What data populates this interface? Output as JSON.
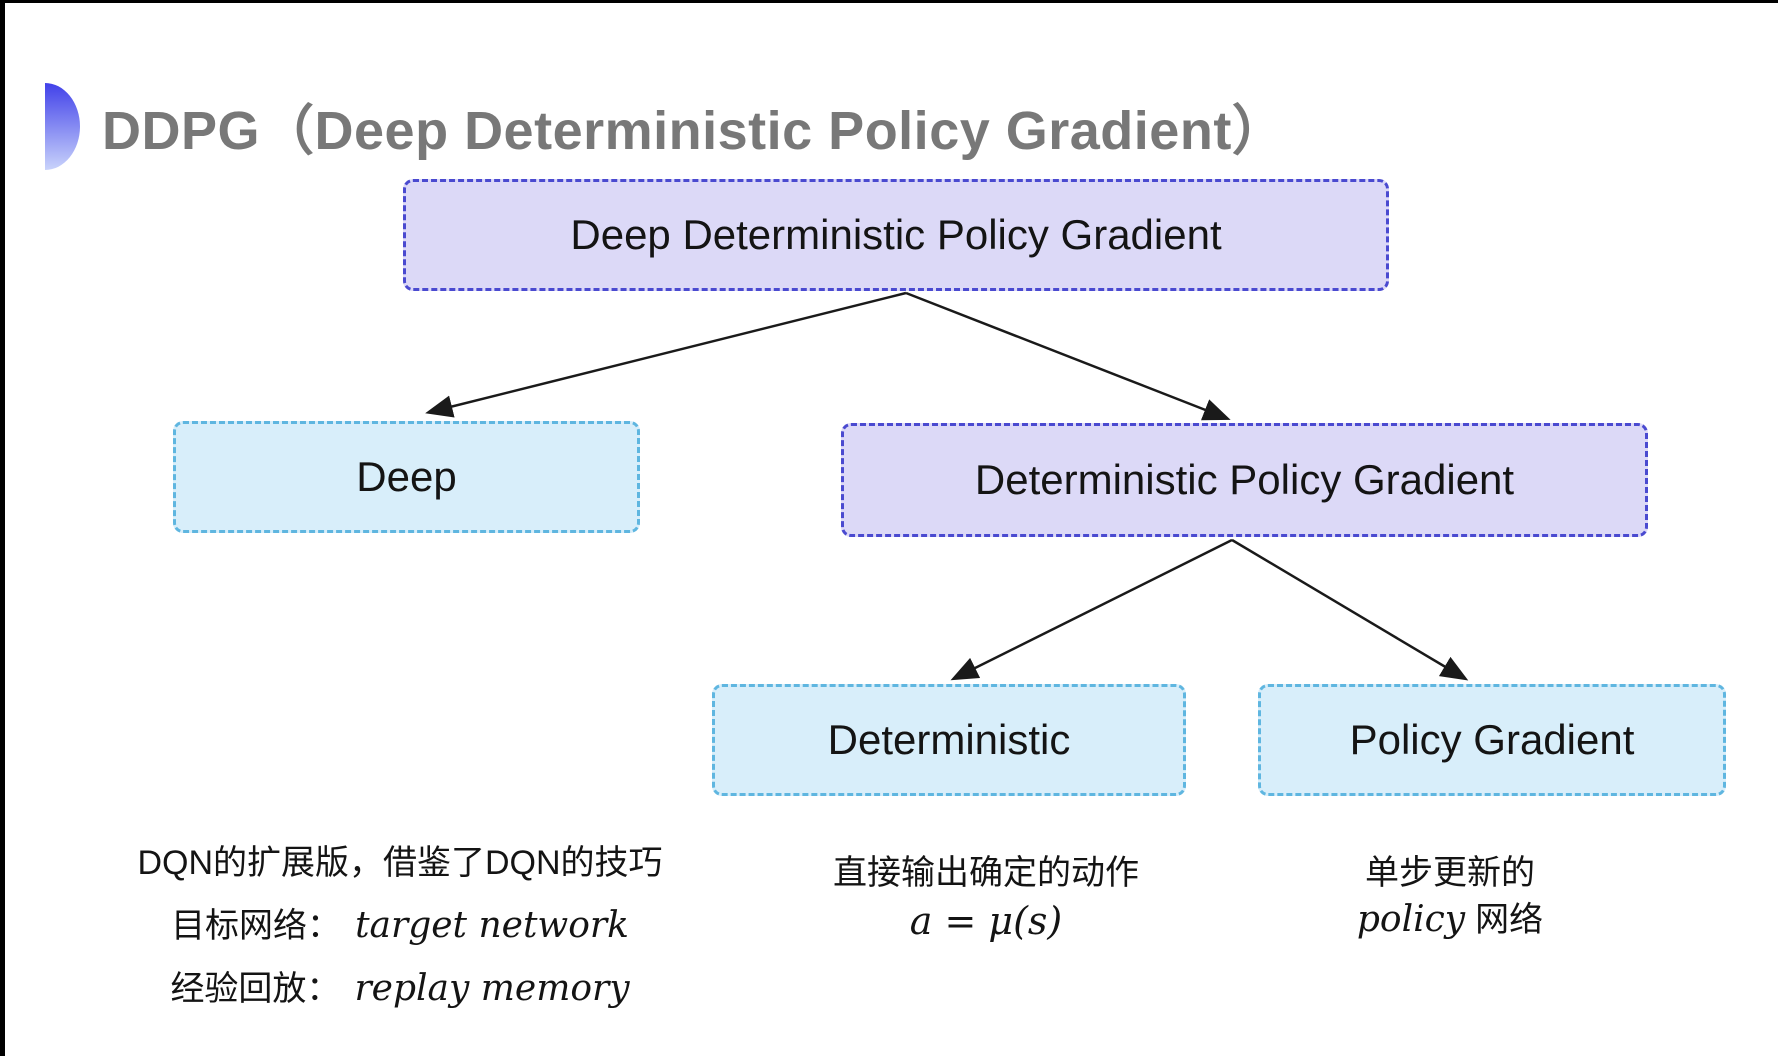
{
  "page": {
    "title": "DDPG（Deep Deterministic Policy Gradient）"
  },
  "colors": {
    "purple_fill": "#dcd9f7",
    "purple_border": "#4a4ad0",
    "cyan_fill": "#d8eefa",
    "cyan_border": "#5fb6e0",
    "title_gray": "#787878",
    "ink": "#141414",
    "arrow": "#1a1a1a",
    "icon_top": "#4141e9",
    "icon_bottom": "#c9d3fb"
  },
  "tree": {
    "root": {
      "label": "Deep Deterministic Policy Gradient"
    },
    "deep": {
      "label": "Deep"
    },
    "dpg": {
      "label": "Deterministic Policy Gradient"
    },
    "deterministic": {
      "label": "Deterministic"
    },
    "policy_gradient": {
      "label": "Policy Gradient"
    }
  },
  "annotations": {
    "deep_notes": {
      "line1": "DQN的扩展版，借鉴了DQN的技巧",
      "line2_label": "目标网络：",
      "line2_term": "target network",
      "line3_label": "经验回放：",
      "line3_term": "replay memory"
    },
    "deterministic_notes": {
      "line1": "直接输出确定的动作",
      "formula": "a = μ(s)"
    },
    "policy_gradient_notes": {
      "line1": "单步更新的",
      "line2_term": "policy",
      "line2_suffix": "网络"
    }
  }
}
